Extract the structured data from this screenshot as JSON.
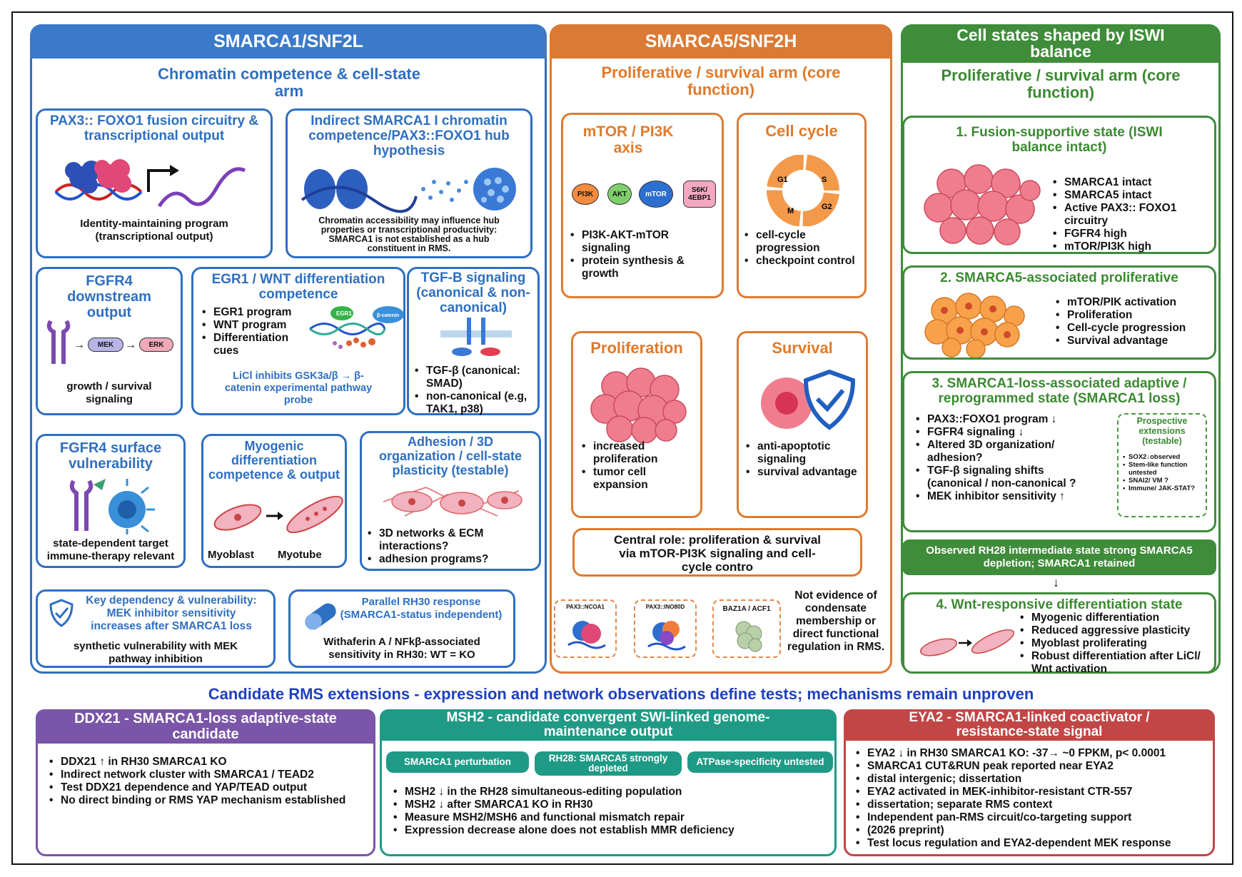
{
  "columns": {
    "smarca1": {
      "title": "SMARCA1/SNF2L",
      "subtitle_l1": "Chromatin competence & cell-state",
      "subtitle_l2": "arm",
      "pax3": {
        "title_l1": "PAX3:: FOXO1 fusion circuitry &",
        "title_l2": "transcriptional output",
        "caption_l1": "Identity-maintaining program",
        "caption_l2": "(transcriptional output)"
      },
      "indirect": {
        "title_l1": "Indirect SMARCA1 I chromatin",
        "title_l2": "competence/PAX3::FOXO1 hub",
        "title_l3": "hypothesis",
        "caption_l1": "Chromatin accessibility may influence hub",
        "caption_l2": "properties or transcriptional productivity:",
        "caption_l3": "SMARCA1 is not established as a hub",
        "caption_l4": "constituent in RMS."
      },
      "fgfr4": {
        "title_l1": "FGFR4",
        "title_l2": "downstream",
        "title_l3": "output",
        "mek": "MEK",
        "erk": "ERK",
        "caption_l1": "growth / survival",
        "caption_l2": "signaling"
      },
      "egr1": {
        "title_l1": "EGR1 / WNT differentiation",
        "title_l2": "competence",
        "items": [
          "EGR1 program",
          "WNT program",
          "Differentiation cues"
        ],
        "egr1_label": "EGR1",
        "bcat_label": "β-catenin",
        "note_l1": "LiCl inhibits GSK3a/β → β-",
        "note_l2": "catenin experimental pathway",
        "note_l3": "probe"
      },
      "tgfb": {
        "title_l1": "TGF-B signaling",
        "title_l2": "(canonical & non-",
        "title_l3": "canonical)",
        "items": [
          "TGF-β (canonical: SMAD)",
          "non-canonical (e.g, TAK1, p38)"
        ]
      },
      "fgfr4surface": {
        "title_l1": "FGFR4 surface",
        "title_l2": "vulnerability",
        "caption_l1": "state-dependent target",
        "caption_l2": "immune-therapy relevant"
      },
      "myogenic": {
        "title_l1": "Myogenic",
        "title_l2": "differentiation",
        "title_l3": "competence & output",
        "myoblast": "Myoblast",
        "myotube": "Myotube"
      },
      "adhesion": {
        "title_l1": "Adhesion / 3D",
        "title_l2": "organization / cell-state",
        "title_l3": "plasticity (testable)",
        "items": [
          "3D networks & ECM interactions?",
          "adhesion programs?"
        ]
      },
      "key": {
        "title_l1": "Key dependency & vulnerability:",
        "title_l2": "MEK inhibitor sensitivity",
        "title_l3": "increases after SMARCA1 loss",
        "caption_l1": "synthetic vulnerability with MEK",
        "caption_l2": "pathway inhibition"
      },
      "parallel": {
        "title_l1": "Parallel RH30 response",
        "title_l2": "(SMARCA1-status independent)",
        "caption_l1": "Withaferin A / NFkβ-associated",
        "caption_l2": "sensitivity in RH30: WT = KO"
      }
    },
    "smarca5": {
      "title": "SMARCA5/SNF2H",
      "subtitle_l1": "Proliferative / survival arm (core",
      "subtitle_l2": "function)",
      "mtor": {
        "title_l1": "mTOR / PI3K",
        "title_l2": "axis",
        "nodes": [
          "PI3K",
          "AKT",
          "mTOR",
          "S6K/\n4EBP1"
        ],
        "items": [
          "PI3K-AKT-mTOR signaling",
          "protein synthesis & growth"
        ]
      },
      "cellcycle": {
        "title": "Cell cycle",
        "phases": [
          "G1",
          "S",
          "G2",
          "M"
        ],
        "items": [
          "cell-cycle progression",
          "checkpoint control"
        ]
      },
      "proliferation": {
        "title": "Proliferation",
        "items": [
          "increased proliferation",
          "tumor cell expansion"
        ]
      },
      "survival": {
        "title": "Survival",
        "items": [
          "anti-apoptotic signaling",
          "survival advantage"
        ]
      },
      "central_l1": "Central role: proliferation & survival",
      "central_l2": "via mTOR-PI3K signaling and cell-",
      "central_l3": "cycle contro",
      "complexes": [
        "PAX3::NCOA1",
        "PAX3::INO80D",
        "BAZ1A / ACF1"
      ],
      "not_evidence_l1": "Not evidence of",
      "not_evidence_l2": "condensate",
      "not_evidence_l3": "membership or",
      "not_evidence_l4": "direct functional",
      "not_evidence_l5": "regulation in RMS."
    },
    "cellstates": {
      "title_l1": "Cell states shaped by ISWI",
      "title_l2": "balance",
      "subtitle_l1": "Proliferative / survival arm (core",
      "subtitle_l2": "function)",
      "s1": {
        "title_l1": "1.  Fusion-supportive state (ISWI",
        "title_l2": "balance intact)",
        "items": [
          "SMARCA1 intact",
          "SMARCA5 intact",
          "Active PAX3:: FOXO1 circuitry",
          "FGFR4 high",
          "mTOR/PI3K high"
        ]
      },
      "s2": {
        "title": "2. SMARCA5-associated proliferative",
        "items": [
          "mTOR/PIK activation",
          "Proliferation",
          "Cell-cycle progression",
          "Survival advantage"
        ]
      },
      "s3": {
        "title_l1": "3. SMARCA1-loss-associated adaptive /",
        "title_l2": "reprogrammed state (SMARCA1 loss)",
        "items": [
          "PAX3::FOXO1 program ↓",
          "FGFR4 signaling ↓",
          "Altered 3D organization/ adhesion?",
          "TGF-β signaling shifts (canonical / non-canonical ?",
          "MEK inhibitor sensitivity ↑"
        ],
        "prospective_l1": "Prospective",
        "prospective_l2": "extensions",
        "prospective_l3": "(testable)",
        "prospective_items": [
          "SOX2↓observed",
          "Stem-like function untested",
          "SNAI2/ VM ?",
          "Immune/ JAK-STAT?"
        ]
      },
      "observed_l1": "Observed RH28 intermediate state strong SMARCA5",
      "observed_l2": "depletion; SMARCA1 retained",
      "s4": {
        "title": "4. Wnt-responsive differentiation state",
        "items": [
          "Myogenic differentiation",
          "Reduced aggressive plasticity",
          "Myoblast proliferating",
          "Robust differentiation after LiCl/ Wnt activation"
        ]
      }
    }
  },
  "candidate_banner": "Candidate RMS extensions - expression and network observations define tests; mechanisms remain unproven",
  "bottom": {
    "ddx21": {
      "title_l1": "DDX21 - SMARCA1-loss adaptive-state",
      "title_l2": "candidate",
      "items": [
        "DDX21 ↑ in RH30 SMARCA1 KO",
        "Indirect network cluster with SMARCA1 / TEAD2",
        "Test DDX21 dependence and YAP/TEAD output",
        "No direct binding or RMS YAP mechanism established"
      ]
    },
    "msh2": {
      "title_l1": "MSH2 - candidate convergent SWI-linked genome-",
      "title_l2": "maintenance output",
      "pills": [
        "SMARCA1 perturbation",
        "RH28: SMARCA5 strongly depleted",
        "ATPase-specificity untested"
      ],
      "items": [
        "MSH2 ↓ in the RH28 simultaneous-editing population",
        "MSH2 ↓ after SMARCA1 KO in RH30",
        "Measure MSH2/MSH6 and functional mismatch repair",
        "Expression decrease alone does not establish MMR deficiency"
      ]
    },
    "eya2": {
      "title_l1": "EYA2 - SMARCA1-linked coactivator /",
      "title_l2": "resistance-state signal",
      "items": [
        "EYA2 ↓ in RH30 SMARCA1 KO: -37→ ~0 FPKM, p< 0.0001",
        "SMARCA1 CUT&RUN peak reported near EYA2",
        "distal intergenic; dissertation",
        "EYA2 activated in MEK-inhibitor-resistant CTR-557",
        "dissertation; separate RMS context",
        "Independent pan-RMS circuit/co-targeting support",
        "(2026 preprint)",
        "Test locus regulation and EYA2-dependent MEK response"
      ]
    }
  },
  "colors": {
    "blue": "#2e6fc1",
    "orange": "#de7a32",
    "green": "#3f8c3a",
    "purple": "#7a55a8",
    "teal": "#1f9a86",
    "red": "#c24646"
  }
}
